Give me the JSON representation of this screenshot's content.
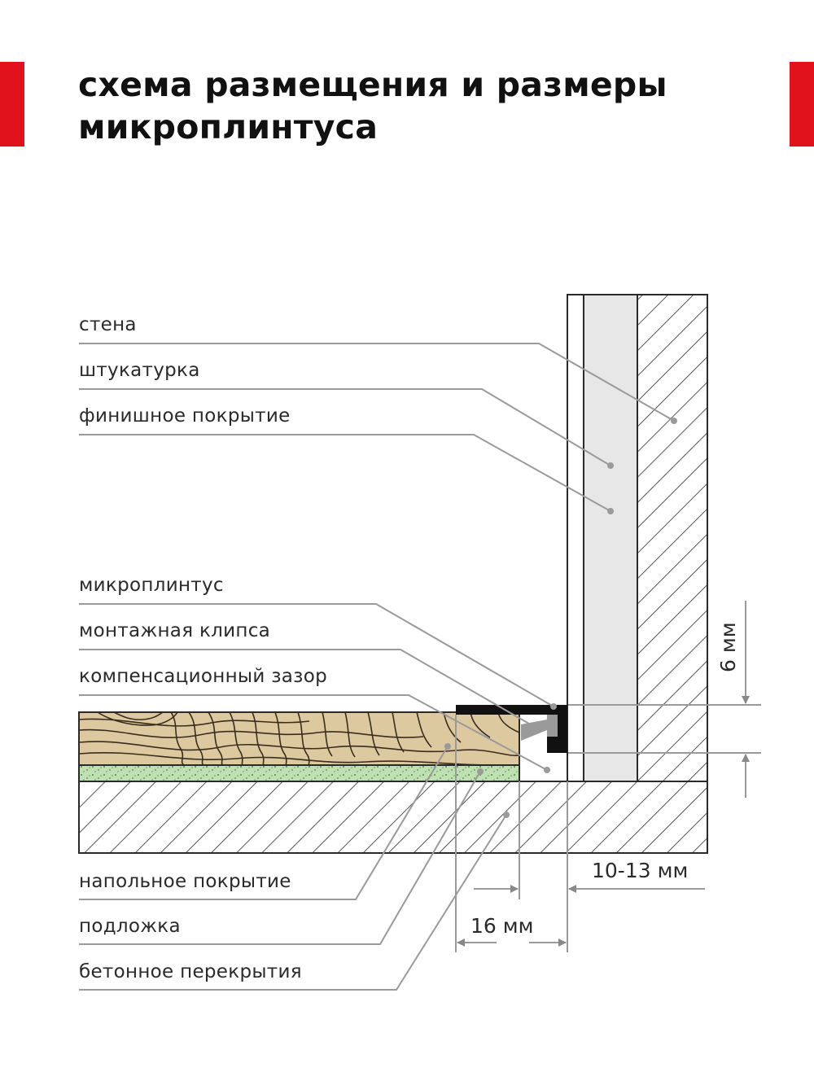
{
  "title": {
    "line1": "схема размещения и размеры",
    "line2": "микроплинтуса"
  },
  "labels": {
    "wall": "стена",
    "plaster": "штукатурка",
    "finish": "финишное покрытие",
    "micro_skirting": "микроплинтус",
    "mounting_clip": "монтажная клипса",
    "expansion_gap": "компенсационный зазор",
    "floor_covering": "напольное покрытие",
    "underlay": "подложка",
    "concrete_slab": "бетонное перекрытия"
  },
  "dimensions": {
    "height": "6 мм",
    "gap": "10-13 мм",
    "width": "16 мм"
  },
  "colors": {
    "accent": "#e1121b",
    "wood": "#dcc9a0",
    "underlay": "#bfe0b0",
    "plaster": "#e7e7e7",
    "clip": "#9a9a9a",
    "skirting": "#111111"
  }
}
